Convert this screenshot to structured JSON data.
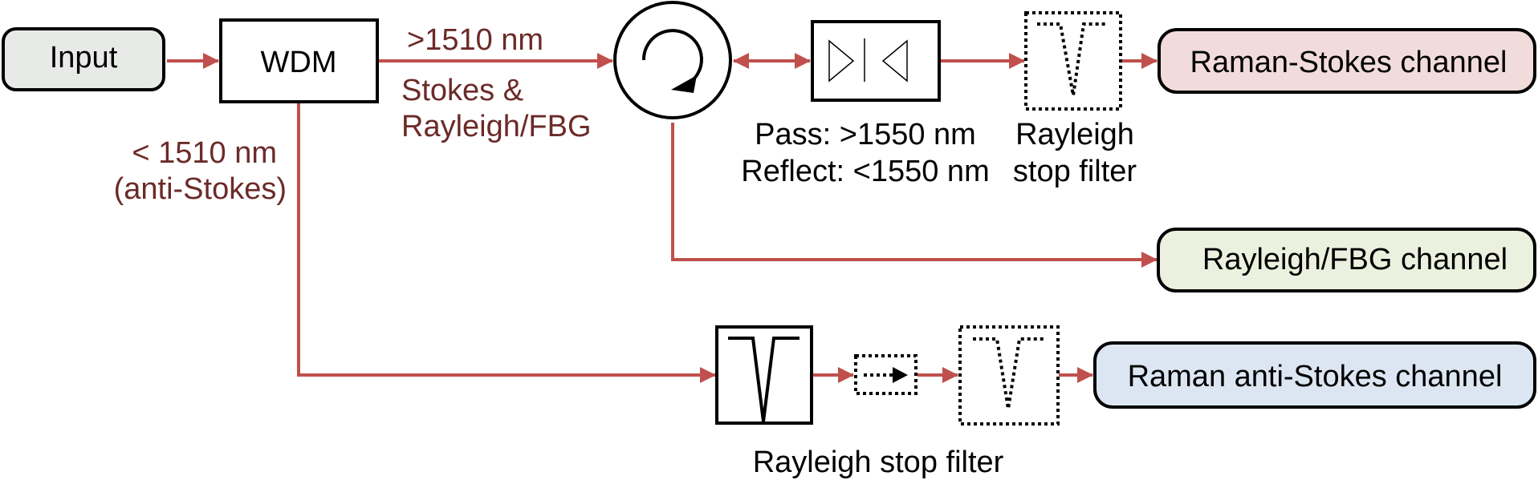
{
  "colors": {
    "signal_path": "#c0504d",
    "annotation_text": "#6b2a28",
    "input_fill": "#e8eae8",
    "raman_stokes_fill": "#f2dcdb",
    "rayleigh_fbg_fill": "#ebf1de",
    "anti_stokes_fill": "#dce6f2"
  },
  "nodes": {
    "input": "Input",
    "wdm": "WDM",
    "raman_stokes_channel": "Raman-Stokes channel",
    "rayleigh_fbg_channel": "Rayleigh/FBG channel",
    "raman_anti_stokes_channel": "Raman anti-Stokes channel"
  },
  "labels": {
    "upper_branch_wavelength": ">1510 nm",
    "upper_branch_content_line1": "Stokes &",
    "upper_branch_content_line2": "Rayleigh/FBG",
    "lower_branch_wavelength": "< 1510 nm",
    "lower_branch_content": "(anti-Stokes)",
    "fbg_pass": "Pass: >1550 nm",
    "fbg_reflect": "Reflect: <1550 nm",
    "upper_filter_line1": "Rayleigh",
    "upper_filter_line2": "stop filter",
    "lower_filter": "Rayleigh stop filter"
  },
  "icons": {
    "circulator": "circulator-icon",
    "fbg": "fiber-bragg-grating-icon",
    "notch_filter": "notch-filter-icon",
    "optional_notch_filter": "optional-notch-filter-icon",
    "optional_isolator": "optional-isolator-icon"
  }
}
